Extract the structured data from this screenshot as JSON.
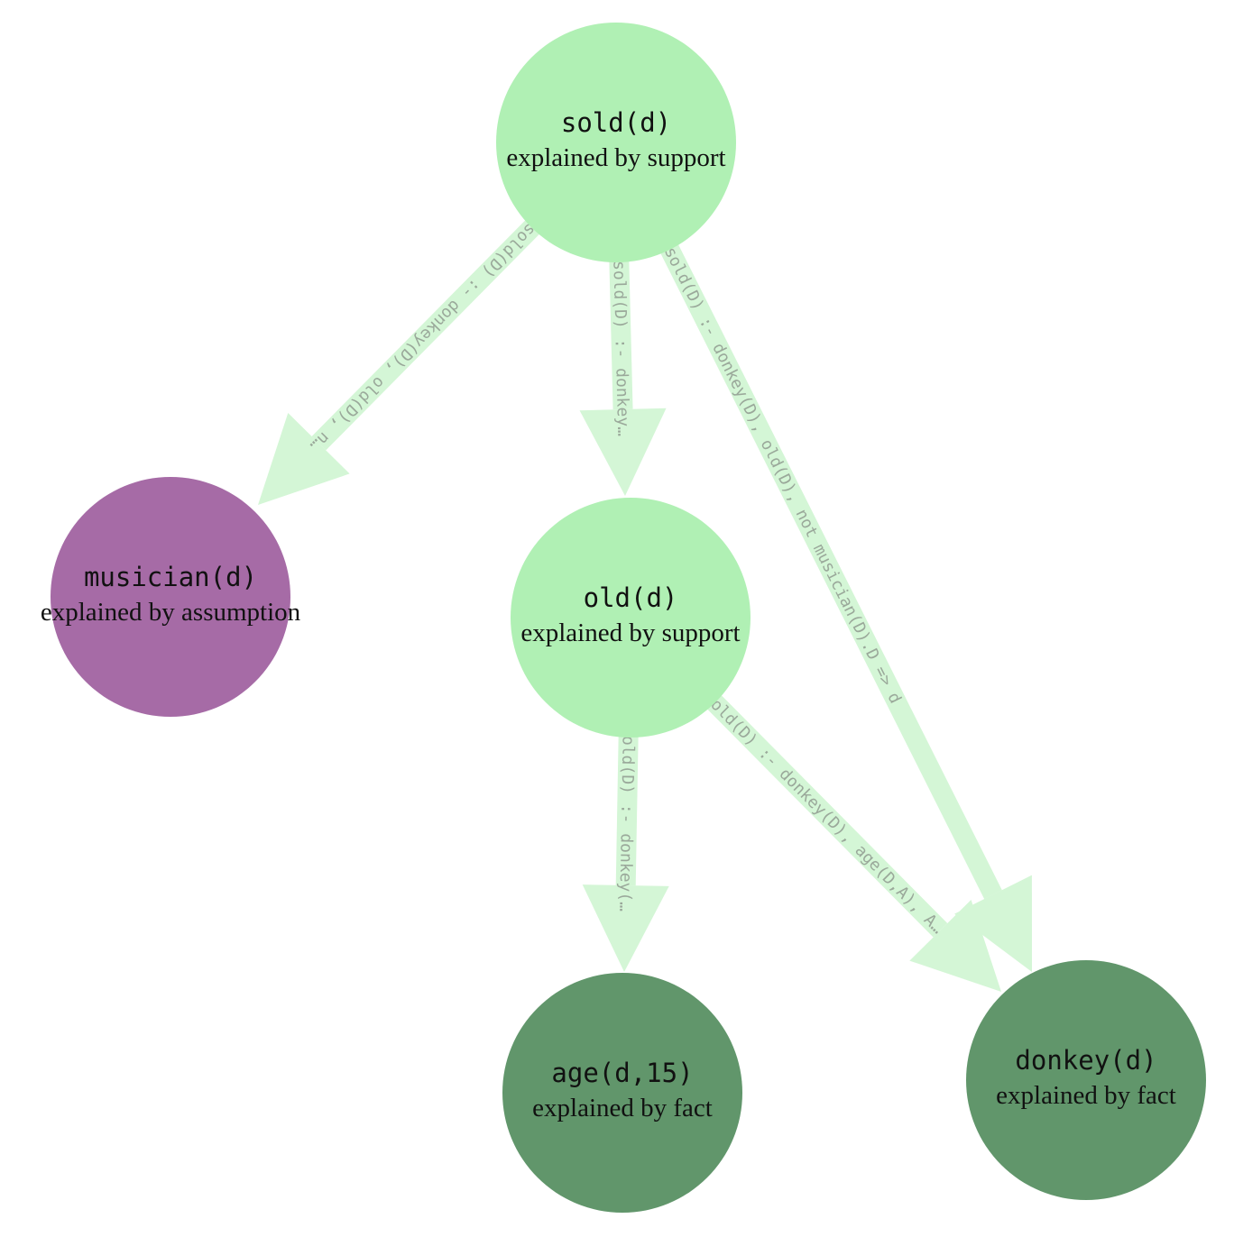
{
  "colors": {
    "support": "#b0f0b4",
    "assumption": "#a66ba6",
    "fact": "#61966b",
    "edge": "#d4f6d6"
  },
  "nodes": [
    {
      "id": "sold",
      "atom": "sold(d)",
      "explanation": "explained by support",
      "kind": "support"
    },
    {
      "id": "musician",
      "atom": "musician(d)",
      "explanation": "explained by assumption",
      "kind": "assumption"
    },
    {
      "id": "old",
      "atom": "old(d)",
      "explanation": "explained by support",
      "kind": "support"
    },
    {
      "id": "age",
      "atom": "age(d,15)",
      "explanation": "explained by fact",
      "kind": "fact"
    },
    {
      "id": "donkey",
      "atom": "donkey(d)",
      "explanation": "explained by fact",
      "kind": "fact"
    }
  ],
  "edges": [
    {
      "id": "sold-musician",
      "from": "sold",
      "to": "musician",
      "label": "sold(D) :- donkey(D), old(D), n…"
    },
    {
      "id": "sold-old",
      "from": "sold",
      "to": "old",
      "label": "sold(D) :- donkey…"
    },
    {
      "id": "sold-donkey",
      "from": "sold",
      "to": "donkey",
      "label": "sold(D) :- donkey(D), old(D), not musician(D).D => d"
    },
    {
      "id": "old-age",
      "from": "old",
      "to": "age",
      "label": "old(D) :- donkey(…"
    },
    {
      "id": "old-donkey",
      "from": "old",
      "to": "donkey",
      "label": "old(D) :- donkey(D), age(D,A), A…"
    }
  ]
}
